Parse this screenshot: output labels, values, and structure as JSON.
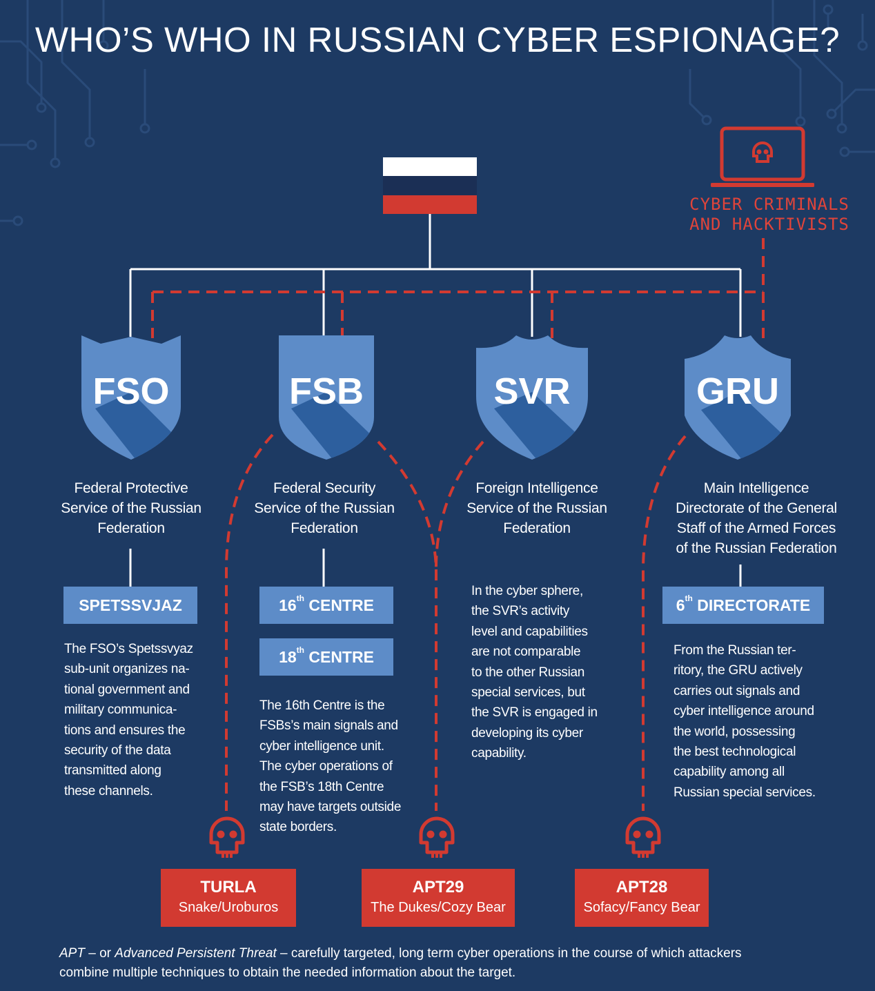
{
  "title": "WHO’S WHO IN RUSSIAN CYBER ESPIONAGE?",
  "colors": {
    "background": "#1d3a63",
    "shield": "#5d8cc8",
    "shield_shadow": "#2d5f9e",
    "accent_red": "#d23a31",
    "line_white": "#ffffff"
  },
  "flag": {
    "stripes": [
      "#ffffff",
      "#1b2f55",
      "#d23a31"
    ]
  },
  "cyber_criminals": {
    "icon": "laptop-skull-icon",
    "label_line1": "CYBER CRIMINALS",
    "label_line2": "AND HACKTIVISTS"
  },
  "agencies": [
    {
      "abbr": "FSO",
      "name_lines": [
        "Federal Protective",
        "Service of the Russian",
        "Federation"
      ],
      "unit": "SPETSSVJAZ",
      "description_lines": [
        "The FSO’s Spetssvyaz",
        "sub-unit organizes na-",
        "tional government and",
        "military communica-",
        "tions and ensures the",
        "security of the data",
        "transmitted along",
        "these channels."
      ]
    },
    {
      "abbr": "FSB",
      "name_lines": [
        "Federal Security",
        "Service of the Russian",
        "Federation"
      ],
      "units": [
        {
          "number": "16",
          "suffix": "th",
          "word": "CENTRE"
        },
        {
          "number": "18",
          "suffix": "th",
          "word": "CENTRE"
        }
      ],
      "description_lines": [
        "The 16th Centre is the",
        "FSBs’s main signals and",
        "cyber intelligence unit.",
        "The cyber operations of",
        "the FSB’s 18th Centre",
        "may have targets outside",
        "state borders."
      ]
    },
    {
      "abbr": "SVR",
      "name_lines": [
        "Foreign Intelligence",
        "Service of the Russian",
        "Federation"
      ],
      "description_lines": [
        "In the cyber sphere,",
        "the SVR’s activity",
        "level and capabilities",
        "are not comparable",
        "to the other Russian",
        "special services, but",
        "the SVR is engaged in",
        "developing its cyber",
        "capability."
      ]
    },
    {
      "abbr": "GRU",
      "name_lines": [
        "Main Intelligence",
        "Directorate of the General",
        "Staff of the Armed Forces",
        "of the Russian Federation"
      ],
      "unit": {
        "number": "6",
        "suffix": "th",
        "word": "DIRECTORATE"
      },
      "description_lines": [
        "From the Russian ter-",
        "ritory, the GRU actively",
        "carries out signals and",
        "cyber intelligence around",
        "the world, possessing",
        "the best technological",
        "capability among all",
        "Russian special services."
      ]
    }
  ],
  "apts": [
    {
      "name": "TURLA",
      "alias": "Snake/Uroburos"
    },
    {
      "name": "APT29",
      "alias": "The Dukes/Cozy Bear"
    },
    {
      "name": "APT28",
      "alias": "Sofacy/Fancy Bear"
    }
  ],
  "footnote": {
    "apt": "APT",
    "dash1": " – or ",
    "expanded": "Advanced Persistent Threat",
    "dash2": " – ",
    "rest_line1": "carefully targeted, long term cyber operations in the course of which  attackers",
    "rest_line2": "combine multiple techniques to obtain the needed information about the target."
  }
}
